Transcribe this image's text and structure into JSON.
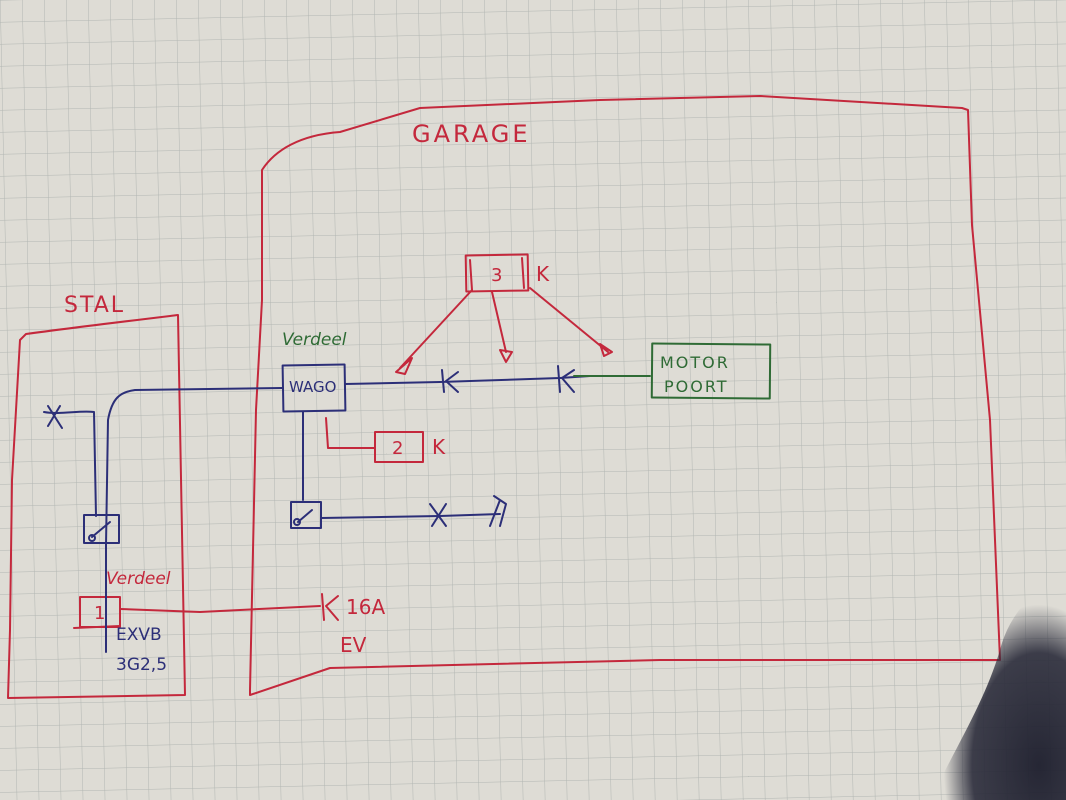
{
  "rooms": {
    "garage": "GARAGE",
    "stal": "STAL"
  },
  "labels": {
    "verdeel_garage": "Verdeel",
    "verdeel_stal": "Verdeel",
    "wago": "WAGO",
    "box_3": "3",
    "box_2": "2",
    "box_1": "1",
    "k_3": "K",
    "k_2": "K",
    "motor_line1": "MOTOR",
    "motor_line2": "POORT",
    "outlet_rating": "16A",
    "outlet_ev": "EV",
    "cable_line1": "EXVB",
    "cable_line2": "3G2,5"
  },
  "colors": {
    "paper": "#dedcd5",
    "grid": "#b4b8b4",
    "red_ink": "#c4283c",
    "blue_ink": "#2c2f78",
    "green_ink": "#2f6b35",
    "shadow": "#1f2030"
  }
}
